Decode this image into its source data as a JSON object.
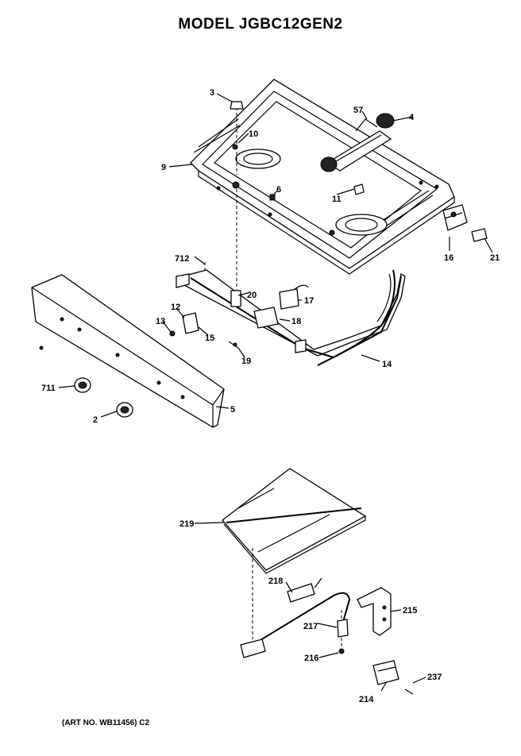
{
  "title": "MODEL JGBC12GEN2",
  "art_number": "(ART NO. WB11456) C2",
  "callouts": {
    "c3": "3",
    "c57": "57",
    "c4": "4",
    "c10": "10",
    "c9": "9",
    "c6": "6",
    "c11": "11",
    "c712": "712",
    "c20": "20",
    "c17": "17",
    "c12": "12",
    "c13": "13",
    "c15": "15",
    "c16": "16",
    "c18": "18",
    "c21": "21",
    "c19": "19",
    "c14": "14",
    "c711": "711",
    "c5": "5",
    "c2": "2",
    "c219": "219",
    "c218": "218",
    "c215": "215",
    "c217": "217",
    "c216": "216",
    "c237": "237",
    "c214": "214"
  }
}
